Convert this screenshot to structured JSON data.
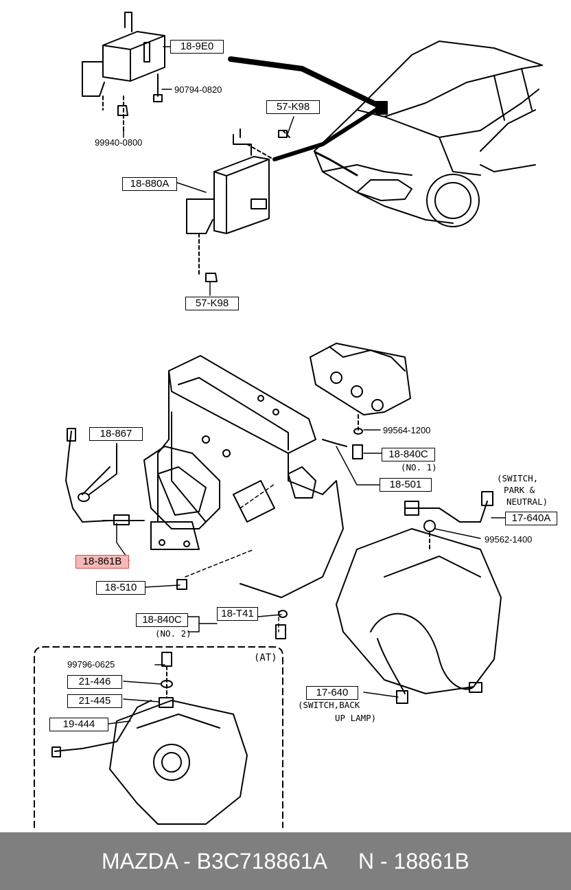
{
  "labels": {
    "l_18_9E0": "18-9E0",
    "l_57_K98_top": "57-K98",
    "l_18_880A": "18-880A",
    "l_57_K98_bottom": "57-K98",
    "l_18_867": "18-867",
    "l_18_861B": "18-861B",
    "l_18_510": "18-510",
    "l_18_840C_no1": "18-840C",
    "l_18_501": "18-501",
    "l_17_640A": "17-640A",
    "l_18_840C_no2": "18-840C",
    "l_18_T41": "18-T41",
    "l_17_640": "17-640",
    "l_21_446": "21-446",
    "l_21_445": "21-445",
    "l_19_444": "19-444"
  },
  "part_numbers": {
    "p_90794_0820": "90794-0820",
    "p_99940_0800": "99940-0800",
    "p_99564_1200": "99564-1200",
    "p_99562_1400": "99562-1400",
    "p_99796_0625": "99796-0625"
  },
  "notes": {
    "no1": "(NO. 1)",
    "no2": "(NO. 2)",
    "switch_pn_1": "(SWITCH,",
    "switch_pn_2": "PARK &",
    "switch_pn_3": "NEUTRAL)",
    "switch_back_1": "(SWITCH,BACK",
    "switch_back_2": "UP LAMP)",
    "at": "(AT)"
  },
  "highlight_color": "#f5b7b7",
  "footer": {
    "brand_part": "MAZDA - B3C718861A",
    "catalog_number": "N - 18861B",
    "background": "#7f7f7f"
  }
}
